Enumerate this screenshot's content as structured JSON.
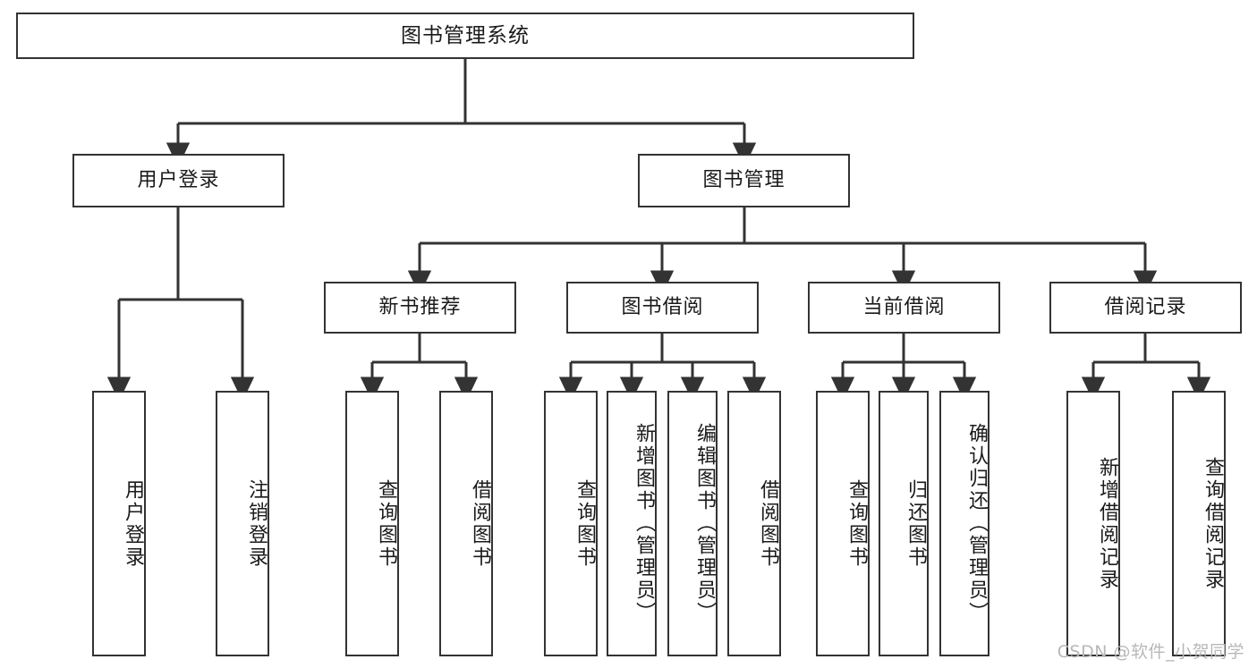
{
  "diagram": {
    "type": "tree-hierarchy",
    "title": "图书管理系统",
    "background_color": "#ffffff",
    "stroke_color": "#333333",
    "text_color": "#1a1a1a",
    "root": {
      "label": "图书管理系统"
    },
    "level2": [
      {
        "label": "用户登录"
      },
      {
        "label": "图书管理"
      }
    ],
    "level3": [
      {
        "label": "新书推荐"
      },
      {
        "label": "图书借阅"
      },
      {
        "label": "当前借阅"
      },
      {
        "label": "借阅记录"
      }
    ],
    "leaves": {
      "user_login": [
        {
          "label": "用户登录"
        },
        {
          "label": "注销登录"
        }
      ],
      "new_book_recommend": [
        {
          "label": "查询图书"
        },
        {
          "label": "借阅图书"
        }
      ],
      "book_borrow": [
        {
          "label": "查询图书"
        },
        {
          "label": "新增图书（管理员）"
        },
        {
          "label": "编辑图书（管理员）"
        },
        {
          "label": "借阅图书"
        }
      ],
      "current_borrow": [
        {
          "label": "查询图书"
        },
        {
          "label": "归还图书"
        },
        {
          "label": "确认归还（管理员）"
        }
      ],
      "borrow_record": [
        {
          "label": "新增借阅记录"
        },
        {
          "label": "查询借阅记录"
        }
      ]
    }
  },
  "watermark": {
    "text": "CSDN @软件_小贺同学"
  }
}
